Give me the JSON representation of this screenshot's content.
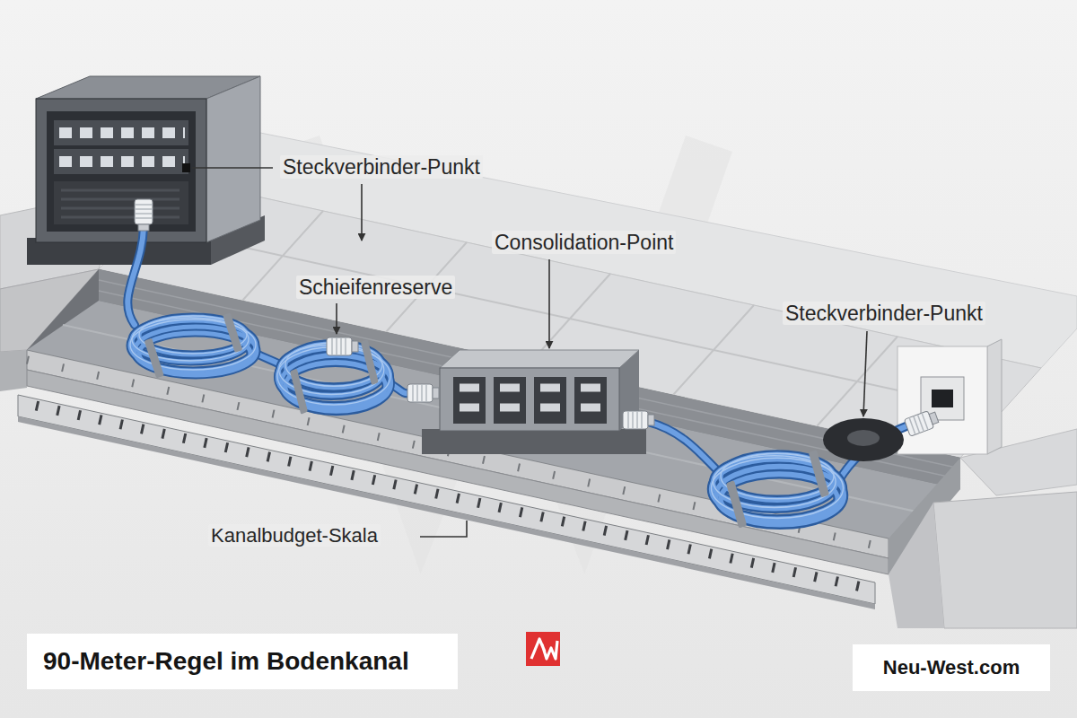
{
  "diagram": {
    "title": "90-Meter-Regel im Bodenkanal",
    "labels": [
      "Steckverbinder-Punkt",
      "Schieifenreserve",
      "Consolidation-Point",
      "Steckverbinder-Punkt",
      "Kanalbudget-Skala",
      "Neu-West.com"
    ]
  }
}
